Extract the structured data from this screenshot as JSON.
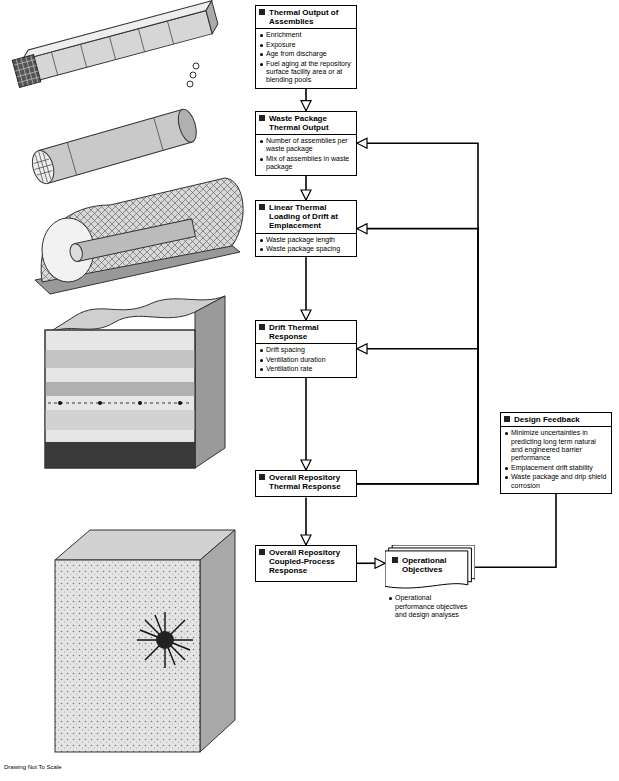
{
  "diagram": {
    "nodes": [
      {
        "text": [
          "Thermal Output of Assemblies",
          "Enrichment",
          "Exposure",
          "Age from discharge",
          "Fuel aging at the repository surface facility area or at blending pools"
        ]
      },
      {
        "text": [
          "Waste Package Thermal Output",
          "Number of assemblies per waste package",
          "Mix of assemblies in waste package"
        ]
      },
      {
        "text": [
          "Linear Thermal Loading of Drift at Emplacement",
          "Waste package length",
          "Waste package spacing"
        ]
      },
      {
        "text": [
          "Drift Thermal Response",
          "Drift spacing",
          "Ventilation duration",
          "Ventilation rate"
        ]
      },
      {
        "text": [
          "Design Feedback",
          "Minimize uncertainties in predicting long term natural and engineered barrier performance",
          "Emplacement drift stability",
          "Waste package and drip shield corrosion"
        ]
      },
      {
        "text": [
          "Overall Repository Thermal Response"
        ]
      },
      {
        "text": [
          "Overall Repository Coupled-Process Response"
        ]
      },
      {
        "text": [
          "Operational Objectives",
          "Operational performance objectives and design analyses"
        ]
      }
    ],
    "edges": [
      {
        "from": 0,
        "to": 1,
        "arrow": "to"
      },
      {
        "from": 1,
        "to": 2,
        "arrow": "to"
      },
      {
        "from": 2,
        "to": 3,
        "arrow": "to"
      },
      {
        "from": 3,
        "to": 5,
        "arrow": "to"
      },
      {
        "from": 5,
        "to": 6,
        "arrow": "to"
      },
      {
        "from": 6,
        "to": 7,
        "arrow": "to"
      },
      {
        "from": 5,
        "to": 1,
        "arrow": "to"
      },
      {
        "from": 5,
        "to": 2,
        "arrow": "to"
      },
      {
        "from": 5,
        "to": 3,
        "arrow": "to"
      },
      {
        "from": 7,
        "to": 4,
        "arrow": "none"
      }
    ],
    "labels": [
      "Drawing Not To Scale"
    ]
  }
}
